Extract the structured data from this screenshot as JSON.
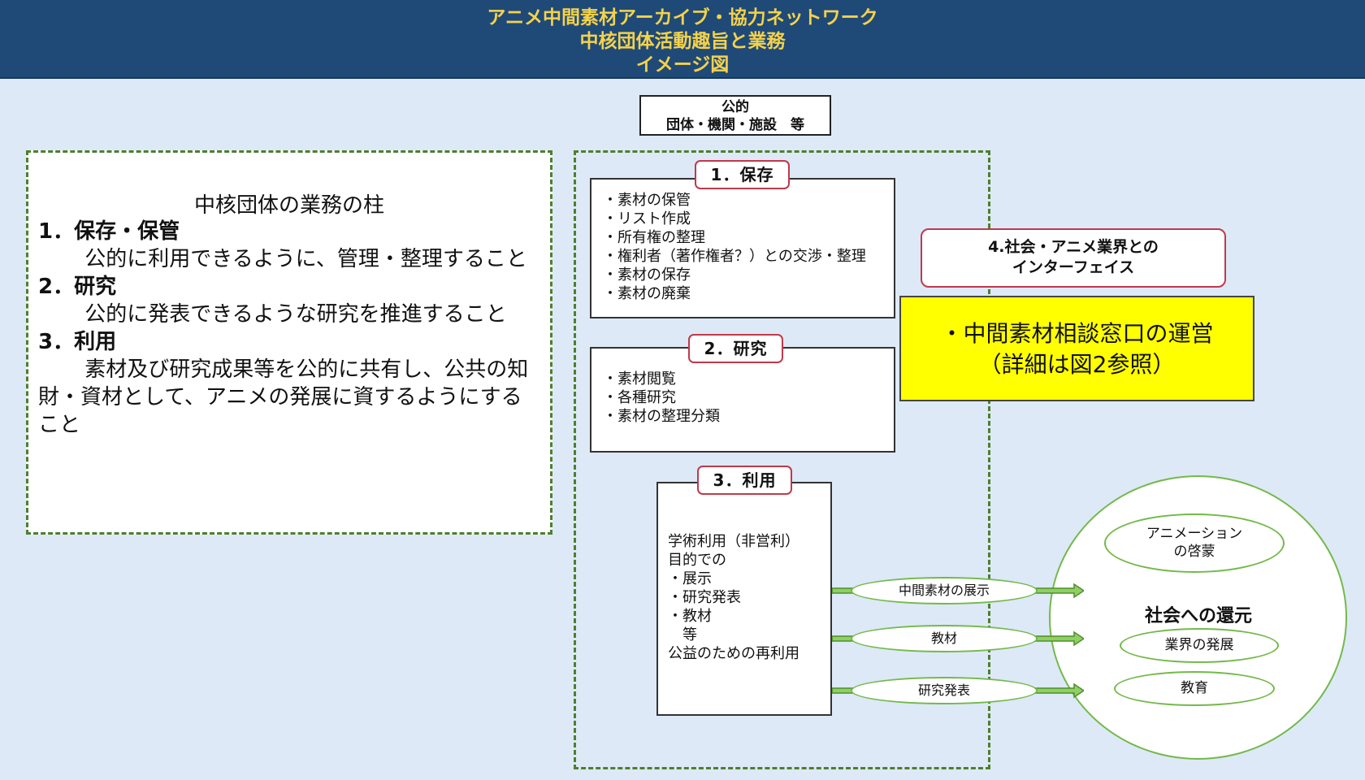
{
  "header": {
    "line1": "アニメ中間素材アーカイブ・協力ネットワーク",
    "line2": "中核団体活動趣旨と業務",
    "line3": "イメージ図"
  },
  "public_box": {
    "line1": "公的",
    "line2": "団体・機関・施設　等"
  },
  "pillars": {
    "title": "中核団体の業務の柱",
    "items": [
      {
        "heading_num": "1．",
        "heading": "保存・保管",
        "body": "公的に利用できるように、管理・整理すること"
      },
      {
        "heading_num": "2．",
        "heading": "研究",
        "body": "公的に発表できるような研究を推進すること"
      },
      {
        "heading_num": "3．",
        "heading": "利用",
        "body": "素材及び研究成果等を公的に共有し、公共の知財・資材として、アニメの発展に資するようにすること"
      }
    ]
  },
  "box1": {
    "tag": "1．保存",
    "items": [
      "・素材の保管",
      "・リスト作成",
      "・所有権の整理",
      "・権利者（著作権者？）との交渉・整理",
      "・素材の保存",
      "・素材の廃棄"
    ]
  },
  "box2": {
    "tag": "2．研究",
    "items": [
      "・素材閲覧",
      "・各種研究",
      "・素材の整理分類"
    ]
  },
  "box3": {
    "tag": "3．利用",
    "lines": [
      "学術利用（非営利）",
      "目的での",
      "・展示",
      "・研究発表",
      "・教材",
      "　等",
      "公益のための再利用"
    ]
  },
  "interface": {
    "line1": "4.社会・アニメ業界との",
    "line2": "インターフェイス"
  },
  "consult": {
    "line1": "・中間素材相談窓口の運営",
    "line2": "（詳細は図2参照）"
  },
  "flows": [
    "中間素材の展示",
    "教材",
    "研究発表"
  ],
  "society": {
    "title": "社会への還元",
    "enlighten_line1": "アニメーション",
    "enlighten_line2": "の啓蒙",
    "industry": "業界の発展",
    "education": "教育"
  },
  "colors": {
    "header_bg": "#1f4a78",
    "header_text": "#f5d24a",
    "dash_green": "#4e7f2f",
    "tag_red": "#c0394b",
    "highlight": "#ffff00",
    "arrow_green": "#73b94a"
  }
}
